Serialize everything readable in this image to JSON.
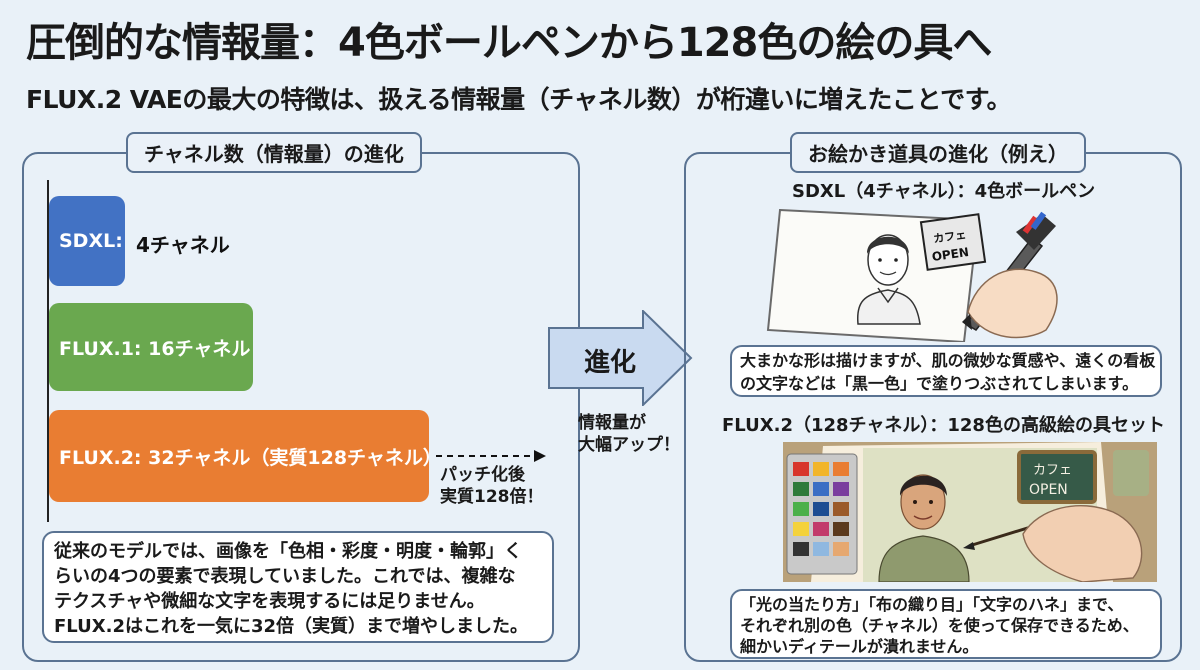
{
  "title": "圧倒的な情報量：4色ボールペンから128色の絵の具へ",
  "subtitle": "FLUX.2 VAEの最大の特徴は、扱える情報量（チャネル数）が桁違いに増えたことです。",
  "left_panel": {
    "heading": "チャネル数（情報量）の進化",
    "bars": [
      {
        "name": "SDXL:",
        "channels": 4,
        "label_outside": "4チャネル",
        "color": "#4272c4"
      },
      {
        "name": "FLUX.1: 16チャネル",
        "channels": 16,
        "color": "#6aa84f"
      },
      {
        "name": "FLUX.2: 32チャネル（実質128チャネル）",
        "channels": 32,
        "effective_channels": 128,
        "color": "#e97d32"
      }
    ],
    "patch_note": [
      "パッチ化後",
      "実質128倍！"
    ],
    "explanation": [
      "従来のモデルでは、画像を「色相・彩度・明度・輪郭」く",
      "らいの4つの要素で表現していました。これでは、複雑な",
      "テクスチャや微細な文字を表現するには足りません。",
      "FLUX.2はこれを一気に32倍（実質）まで増やしました。"
    ]
  },
  "center": {
    "arrow_label": "進化",
    "arrow_note": [
      "情報量が",
      "大幅アップ！"
    ]
  },
  "right_panel": {
    "heading": "お絵かき道具の進化（例え）",
    "sdxl_heading": "SDXL（4チャネル）：4色ボールペン",
    "sdxl_sign": [
      "カフェ",
      "OPEN"
    ],
    "sdxl_note": [
      "大まかな形は描けますが、肌の微妙な質感や、遠くの看板",
      "の文字などは「黒一色」で塗りつぶされてしまいます。"
    ],
    "flux2_heading": "FLUX.2（128チャネル）：128色の高級絵の具セット",
    "flux2_sign": [
      "カフェ",
      "OPEN"
    ],
    "flux2_note": [
      "「光の当たり方」「布の織り目」「文字のハネ」まで、",
      "それぞれ別の色（チャネル）を使って保存できるため、",
      "細かいディテールが潰れません。"
    ]
  }
}
